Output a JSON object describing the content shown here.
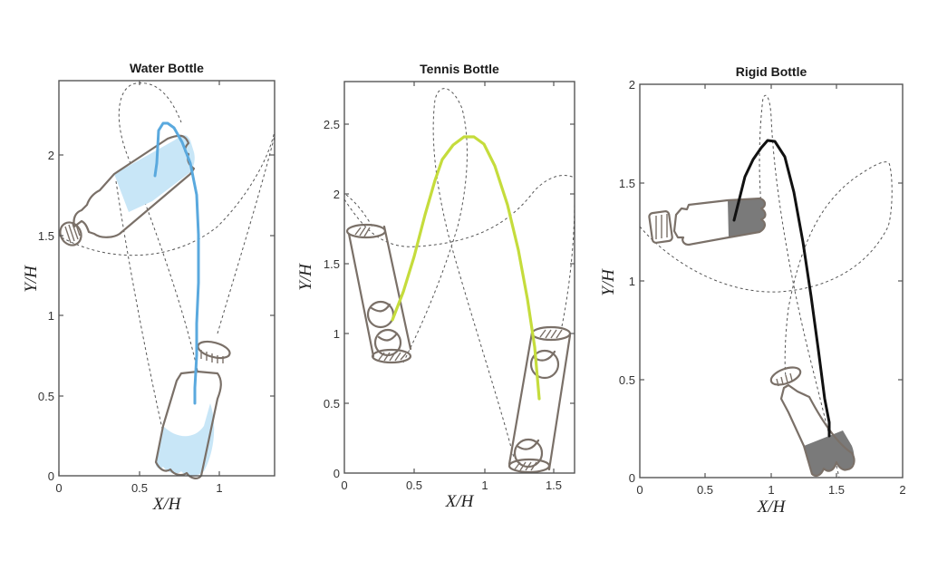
{
  "figure": {
    "panels": [
      {
        "title": "Water Bottle",
        "xlabel": "X/H",
        "ylabel": "Y/H",
        "xticks": [
          "0",
          "0.5",
          "1"
        ],
        "yticks": [
          "0",
          "0.5",
          "1",
          "1.5",
          "2"
        ],
        "trajectory_color": "#5aa9de",
        "fill_color": "#c8e6f7"
      },
      {
        "title": "Tennis Bottle",
        "xlabel": "X/H",
        "ylabel": "Y/H",
        "xticks": [
          "0",
          "0.5",
          "1",
          "1.5"
        ],
        "yticks": [
          "0",
          "0.5",
          "1",
          "1.5",
          "2",
          "2.5"
        ],
        "trajectory_color": "#c5dc3c",
        "fill_color": "#eef5c8"
      },
      {
        "title": "Rigid Bottle",
        "xlabel": "X/H",
        "ylabel": "Y/H",
        "xticks": [
          "0",
          "0.5",
          "1",
          "1.5",
          "2"
        ],
        "yticks": [
          "0",
          "0.5",
          "1",
          "1.5",
          "2"
        ],
        "trajectory_color": "#111111",
        "fill_color": "#7a7a7a"
      }
    ]
  },
  "chart_data": [
    {
      "type": "line",
      "title": "Water Bottle",
      "xlabel": "X/H",
      "ylabel": "Y/H",
      "xlim": [
        0,
        1.34
      ],
      "ylim": [
        0,
        2.4
      ],
      "grid": false,
      "series": [
        {
          "name": "center-of-mass trajectory",
          "color": "#5aa9de",
          "x": [
            0.6,
            0.61,
            0.62,
            0.65,
            0.68,
            0.72,
            0.77,
            0.82,
            0.86,
            0.87,
            0.87,
            0.86,
            0.86,
            0.85,
            0.85
          ],
          "y": [
            1.87,
            1.95,
            2.15,
            2.2,
            2.2,
            2.17,
            2.08,
            1.95,
            1.75,
            1.5,
            1.2,
            0.95,
            0.75,
            0.55,
            0.45
          ]
        }
      ],
      "annotations": [
        "bottle sketch at launch (tilted, upper left)",
        "bottle sketch at landing (upright, bottom)",
        "dashed bottle-end trajectories"
      ]
    },
    {
      "type": "line",
      "title": "Tennis Bottle",
      "xlabel": "X/H",
      "ylabel": "Y/H",
      "xlim": [
        0,
        1.65
      ],
      "ylim": [
        0,
        2.8
      ],
      "grid": false,
      "series": [
        {
          "name": "center-of-mass trajectory",
          "color": "#c5dc3c",
          "x": [
            0.34,
            0.42,
            0.5,
            0.58,
            0.65,
            0.7,
            0.78,
            0.86,
            0.93,
            1.0,
            1.08,
            1.17,
            1.25,
            1.31,
            1.36,
            1.39
          ],
          "y": [
            1.1,
            1.3,
            1.55,
            1.85,
            2.1,
            2.25,
            2.35,
            2.41,
            2.41,
            2.36,
            2.2,
            1.92,
            1.6,
            1.25,
            0.9,
            0.53
          ]
        }
      ],
      "annotations": [
        "tube with two tennis balls at launch",
        "tube at landing",
        "dashed tube-end trajectories"
      ]
    },
    {
      "type": "line",
      "title": "Rigid Bottle",
      "xlabel": "X/H",
      "ylabel": "Y/H",
      "xlim": [
        0,
        2
      ],
      "ylim": [
        0,
        2
      ],
      "grid": false,
      "series": [
        {
          "name": "center-of-mass trajectory",
          "color": "#111111",
          "x": [
            0.72,
            0.76,
            0.8,
            0.86,
            0.92,
            0.97,
            1.03,
            1.1,
            1.17,
            1.24,
            1.3,
            1.36,
            1.41,
            1.44,
            1.44
          ],
          "y": [
            1.31,
            1.42,
            1.53,
            1.62,
            1.69,
            1.72,
            1.71,
            1.63,
            1.45,
            1.2,
            0.92,
            0.65,
            0.4,
            0.28,
            0.21
          ]
        }
      ],
      "annotations": [
        "rigid bottle at launch (horizontal)",
        "rigid bottle at landing (tilted)",
        "dashed bottle-end trajectories"
      ]
    }
  ]
}
